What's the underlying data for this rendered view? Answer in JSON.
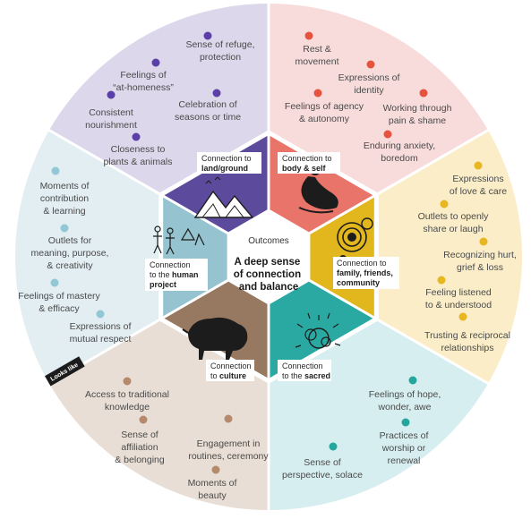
{
  "colors": {
    "land": "#5c4a9c",
    "body": "#e8746a",
    "family": "#e2b61d",
    "sacred": "#2aa9a2",
    "culture": "#977860",
    "human": "#95c3cf",
    "ring_land": "#dcd7ea",
    "ring_body": "#f8dcdb",
    "ring_family": "#faedc8",
    "ring_sacred": "#d6eef0",
    "ring_culture": "#e8ded5",
    "ring_human": "#e2eef2",
    "dot_land": "#5a3fa8",
    "dot_body": "#e5523e",
    "dot_family": "#e8b620",
    "dot_sacred": "#23a79c",
    "dot_culture": "#b58a6c",
    "dot_human": "#92c7d6"
  },
  "center": {
    "title": "Outcomes",
    "main": [
      "A deep sense",
      "of connection",
      "and balance"
    ]
  },
  "hexes": {
    "land": {
      "line1": "Connection to",
      "line2": "land/ground"
    },
    "body": {
      "line1": "Connection to",
      "line2": "body & self"
    },
    "family": {
      "line1": "Connection to",
      "line2": "family, friends,",
      "line3": "community"
    },
    "sacred": {
      "line1": "Connection",
      "line2_plain": "to the ",
      "line2_bold": "sacred"
    },
    "culture": {
      "line1": "Connection",
      "line2_plain": "to ",
      "line2_bold": "culture"
    },
    "human": {
      "line1": "Connection",
      "line2_plain": "to the ",
      "line2_bold": "human",
      "line3": "project"
    }
  },
  "looks_like": "Looks like",
  "items": {
    "land": [
      [
        "Sense of refuge,",
        "protection"
      ],
      [
        "Feelings of",
        "“at-homeness”"
      ],
      [
        "Consistent",
        "nourishment"
      ],
      [
        "Celebration of",
        "seasons or time"
      ],
      [
        "Closeness to",
        "plants & animals"
      ]
    ],
    "body": [
      [
        "Rest &",
        "movement"
      ],
      [
        "Expressions of",
        "identity"
      ],
      [
        "Feelings of agency",
        "& autonomy"
      ],
      [
        "Working through",
        "pain & shame"
      ],
      [
        "Enduring anxiety,",
        "boredom"
      ]
    ],
    "family": [
      [
        "Expressions",
        "of love & care"
      ],
      [
        "Outlets to openly",
        "share or laugh"
      ],
      [
        "Recognizing hurt,",
        "grief & loss"
      ],
      [
        "Feeling listened",
        "to & understood"
      ],
      [
        "Trusting & reciprocal",
        "relationships"
      ]
    ],
    "sacred": [
      [
        "Feelings of hope,",
        "wonder, awe"
      ],
      [
        "Practices of",
        "worship or",
        "renewal"
      ],
      [
        "Sense of",
        "perspective, solace"
      ]
    ],
    "culture": [
      [
        "Access to traditional",
        "knowledge"
      ],
      [
        "Sense of",
        "affiliation",
        "& belonging"
      ],
      [
        "Engagement in",
        "routines, ceremony"
      ],
      [
        "Moments of",
        "beauty"
      ]
    ],
    "human": [
      [
        "Moments of",
        "contribution",
        "& learning"
      ],
      [
        "Outlets for",
        "meaning, purpose,",
        "& creativity"
      ],
      [
        "Feelings of mastery",
        "& efficacy"
      ],
      [
        "Expressions of",
        "mutual respect"
      ]
    ]
  }
}
